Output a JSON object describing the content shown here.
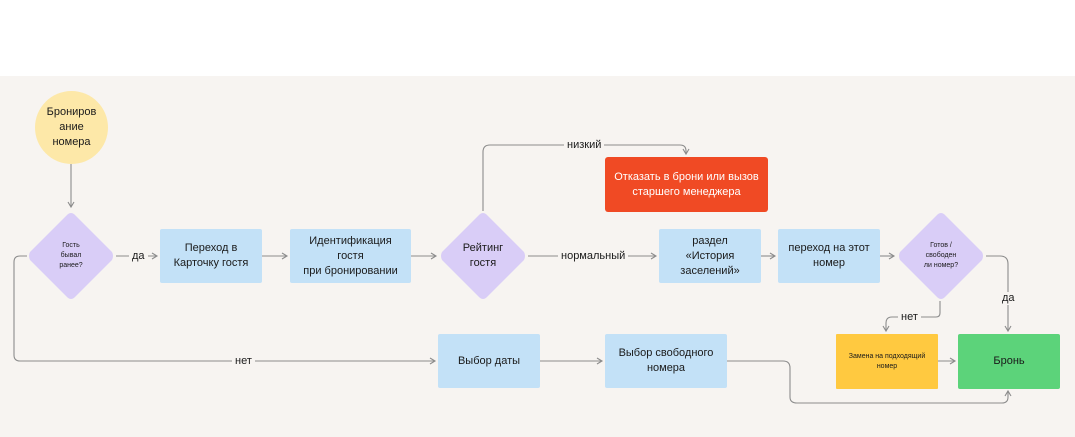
{
  "nodes": {
    "start": "Брониров\nание\nномера",
    "q_visited": "Гость\nбывал\nранее?",
    "guest_card": "Переход в\nКарточку гостя",
    "identify": "Идентификация гостя\nпри бронировании",
    "rating": "Рейтинг\nгостя",
    "refuse": "Отказать в брони или вызов\nстаршего менеджера",
    "history": "раздел «История\nзаселений»",
    "go_room": "переход на этот\nномер",
    "q_ready": "Готов /\nсвободен\nли номер?",
    "replace": "Замена на подходящий\nномер",
    "booking": "Бронь",
    "choose_date": "Выбор даты",
    "free_room": "Выбор свободного\nномера"
  },
  "edge_labels": {
    "yes_1": "да",
    "no_1": "нет",
    "low": "низкий",
    "normal": "нормальный",
    "yes_2": "да",
    "no_2": "нет"
  },
  "colors": {
    "background": "#f7f4f1",
    "process": "#c3e1f7",
    "decision": "#d9cdf7",
    "start": "#fde8a8",
    "refuse": "#f04a24",
    "replace": "#ffc940",
    "booking": "#5cd37a",
    "edge": "#8c8c8c"
  }
}
